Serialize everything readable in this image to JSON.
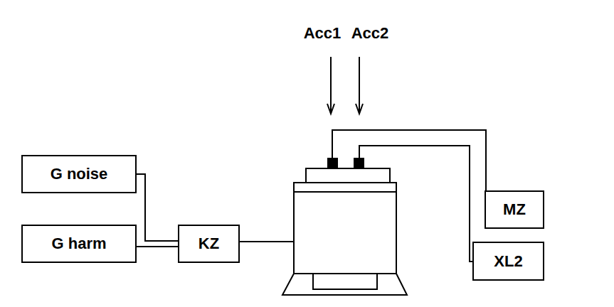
{
  "diagram": {
    "nodes": [
      {
        "text": [
          "G noise"
        ]
      },
      {
        "text": [
          "G harm"
        ]
      },
      {
        "text": [
          "KZ"
        ]
      },
      {
        "text": [
          "MZ"
        ]
      },
      {
        "text": [
          "XL2"
        ]
      }
    ],
    "edges": [
      {
        "from": 0,
        "to": 2,
        "arrow": "none"
      },
      {
        "from": 1,
        "to": 2,
        "arrow": "none"
      }
    ],
    "labels": [
      "Acc1",
      "Acc2"
    ]
  }
}
